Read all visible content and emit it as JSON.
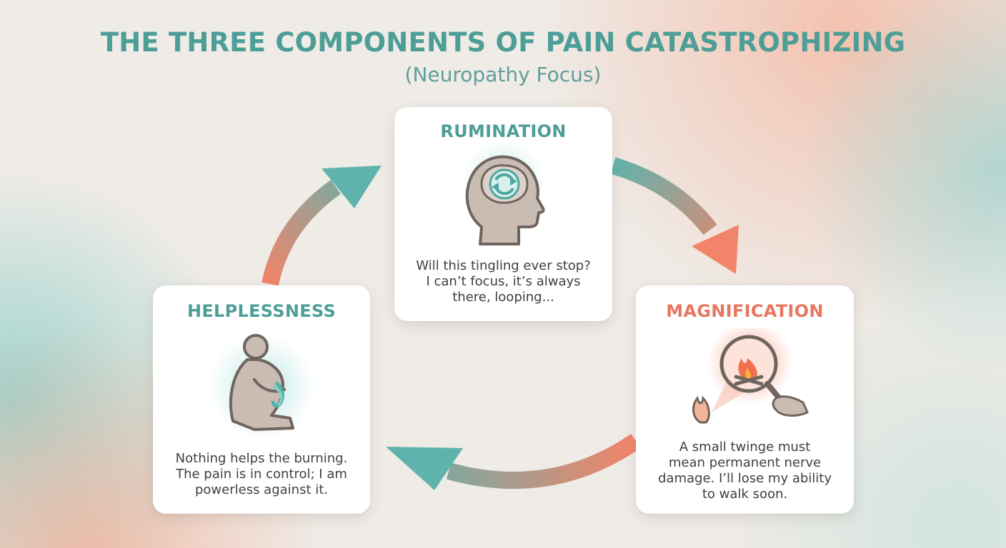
{
  "title": "THE THREE COMPONENTS OF PAIN CATASTROPHIZING",
  "subtitle": "(Neuropathy Focus)",
  "colors": {
    "teal": "#4e9e98",
    "coral": "#e8775f",
    "background": "#efebe6"
  },
  "cards": {
    "rumination": {
      "title": "RUMINATION",
      "lines": [
        "Will this tingling ever stop?",
        "I can’t focus, it’s always",
        "there, looping..."
      ],
      "icon": "head-with-looping-arrows-icon"
    },
    "magnification": {
      "title": "MAGNIFICATION",
      "lines": [
        "A small twinge must",
        "mean permanent nerve",
        "damage. I’ll lose my ability",
        "to walk soon."
      ],
      "icon": "magnifying-glass-fire-icon"
    },
    "helplessness": {
      "title": "HELPLESSNESS",
      "lines": [
        "Nothing helps the burning.",
        "The pain is in control; I am",
        "powerless against it."
      ],
      "icon": "bound-seated-person-icon"
    }
  }
}
